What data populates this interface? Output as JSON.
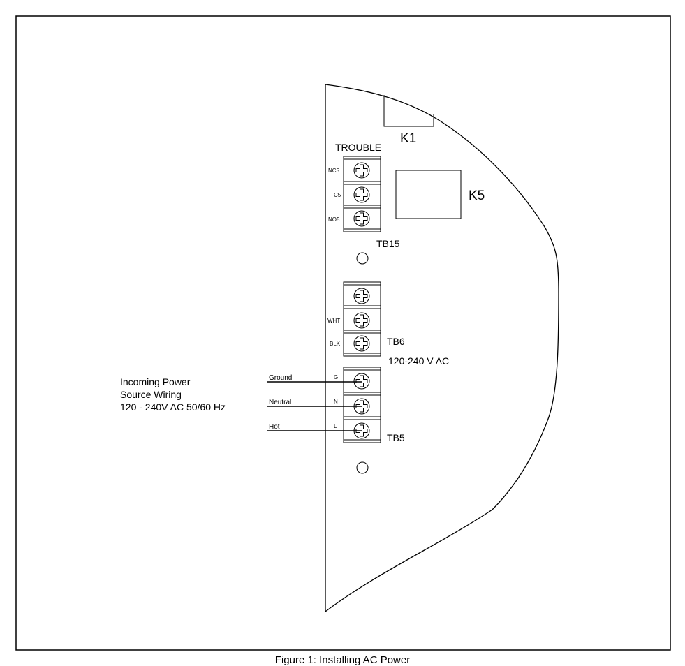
{
  "labels": {
    "k1": "K1",
    "k5": "K5",
    "trouble": "TROUBLE",
    "nc5": "NC5",
    "c5": "C5",
    "no5": "NO5",
    "tb15": "TB15",
    "wht": "WHT",
    "blk": "BLK",
    "tb6": "TB6",
    "tb6_voltage": "120-240 V AC",
    "g": "G",
    "n": "N",
    "l": "L",
    "tb5": "TB5"
  },
  "wiring": {
    "title_line1": "Incoming Power",
    "title_line2": "Source Wiring",
    "title_line3": "120 - 240V AC 50/60 Hz",
    "ground": "Ground",
    "neutral": "Neutral",
    "hot": "Hot"
  },
  "caption": "Figure 1: Installing AC Power"
}
